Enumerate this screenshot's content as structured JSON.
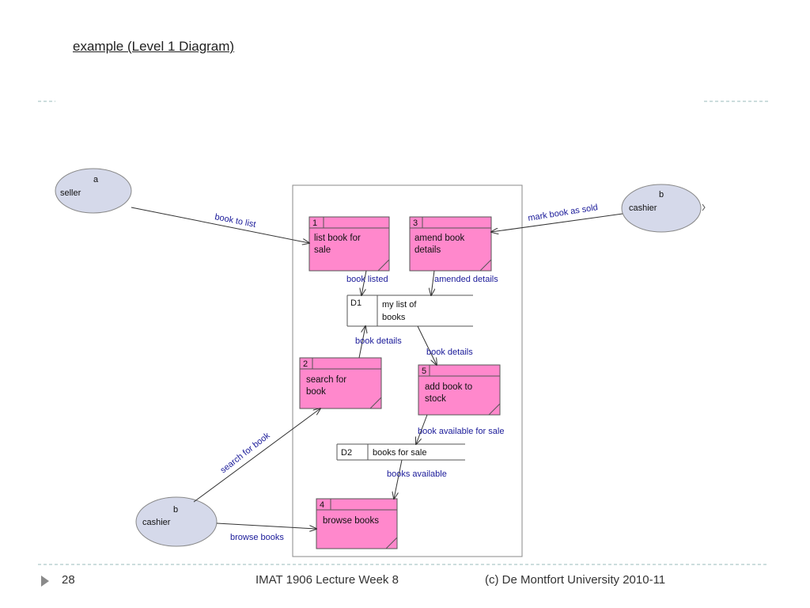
{
  "title": "example (Level 1 Diagram)",
  "entities": {
    "seller": {
      "letter": "a",
      "label": "seller"
    },
    "cashier_right": {
      "letter": "b",
      "label": "cashier"
    },
    "cashier_bottom": {
      "letter": "b",
      "label": "cashier"
    }
  },
  "processes": [
    {
      "id": "1",
      "line1": "list book for",
      "line2": "sale"
    },
    {
      "id": "3",
      "line1": "amend book",
      "line2": "details"
    },
    {
      "id": "2",
      "line1": "search for",
      "line2": "book"
    },
    {
      "id": "5",
      "line1": "add book to",
      "line2": "stock"
    },
    {
      "id": "4",
      "line1": "browse books",
      "line2": ""
    }
  ],
  "stores": [
    {
      "id": "D1",
      "line1": "my list of",
      "line2": "books"
    },
    {
      "id": "D2",
      "line1": "books for sale",
      "line2": ""
    }
  ],
  "flows": {
    "book_to_list": "book to list",
    "mark_book_as_sold": "mark book as sold",
    "book_listed": "book listed",
    "amended_details": "amended details",
    "book_details_left": "book details",
    "book_details_right": "book details",
    "book_available_for_sale": "book available for sale",
    "books_available": "books available",
    "search_for_book": "search for book",
    "browse_books": "browse books"
  },
  "footer": {
    "slide_number": "28",
    "course": "IMAT 1906 Lecture Week 8",
    "copyright": "(c) De Montfort University 2010-11"
  },
  "colors": {
    "process_fill": "#ff88cc",
    "entity_fill": "#d5d9ea",
    "flow_label": "#1a1a99"
  }
}
